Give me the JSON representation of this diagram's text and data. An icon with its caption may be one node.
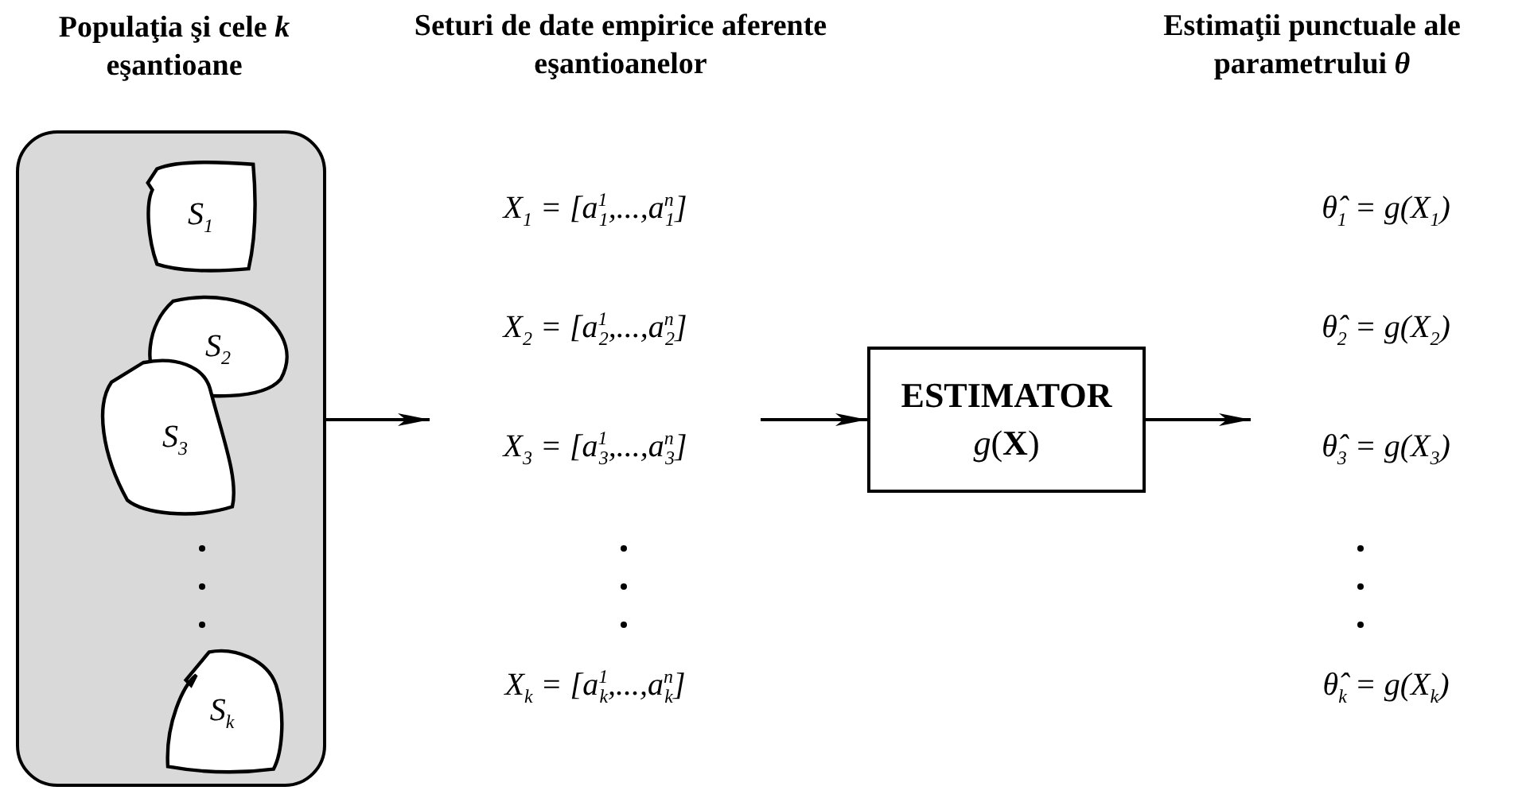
{
  "diagram": {
    "nodes": [
      {
        "text": [
          "Populaţia şi cele *k* eşantioane"
        ]
      },
      {
        "text": [
          "S$_{1}$"
        ],
        "in": 0
      },
      {
        "text": [
          "S$_{2}$"
        ],
        "in": 0
      },
      {
        "text": [
          "S$_{3}$"
        ],
        "in": 0
      },
      {
        "text": [
          "S$_{k}$"
        ],
        "in": 0
      },
      {
        "text": [
          "X$_{1}$ = [a$^{1}$$_{1}$,...,a$^{n}$$_{1}$]",
          "X$_{2}$ = [a$^{1}$$_{2}$,...,a$^{n}$$_{2}$]",
          "X$_{3}$ = [a$^{1}$$_{3}$,...,a$^{n}$$_{3}$]",
          "X$_{k}$ = [a$^{1}$$_{k}$,...,a$^{n}$$_{k}$]"
        ]
      },
      {
        "text": [
          "ESTIMATOR",
          "*g*(**X**)"
        ]
      },
      {
        "text": [
          "θ̂$_{1}$ = g(X$_{1}$)",
          "θ̂$_{2}$ = g(X$_{2}$)",
          "θ̂$_{3}$ = g(X$_{3}$)",
          "θ̂$_{k}$ = g(X$_{k}$)"
        ]
      }
    ],
    "edges": [
      {
        "from": 0,
        "to": 5,
        "arrow": "to"
      },
      {
        "from": 5,
        "to": 6,
        "arrow": "to"
      },
      {
        "from": 6,
        "to": 7,
        "arrow": "to"
      }
    ],
    "labels": [
      "Seturi de date empirice aferente eşantioanelor",
      "Estimaţii punctuale ale parametrului *θ*"
    ]
  }
}
